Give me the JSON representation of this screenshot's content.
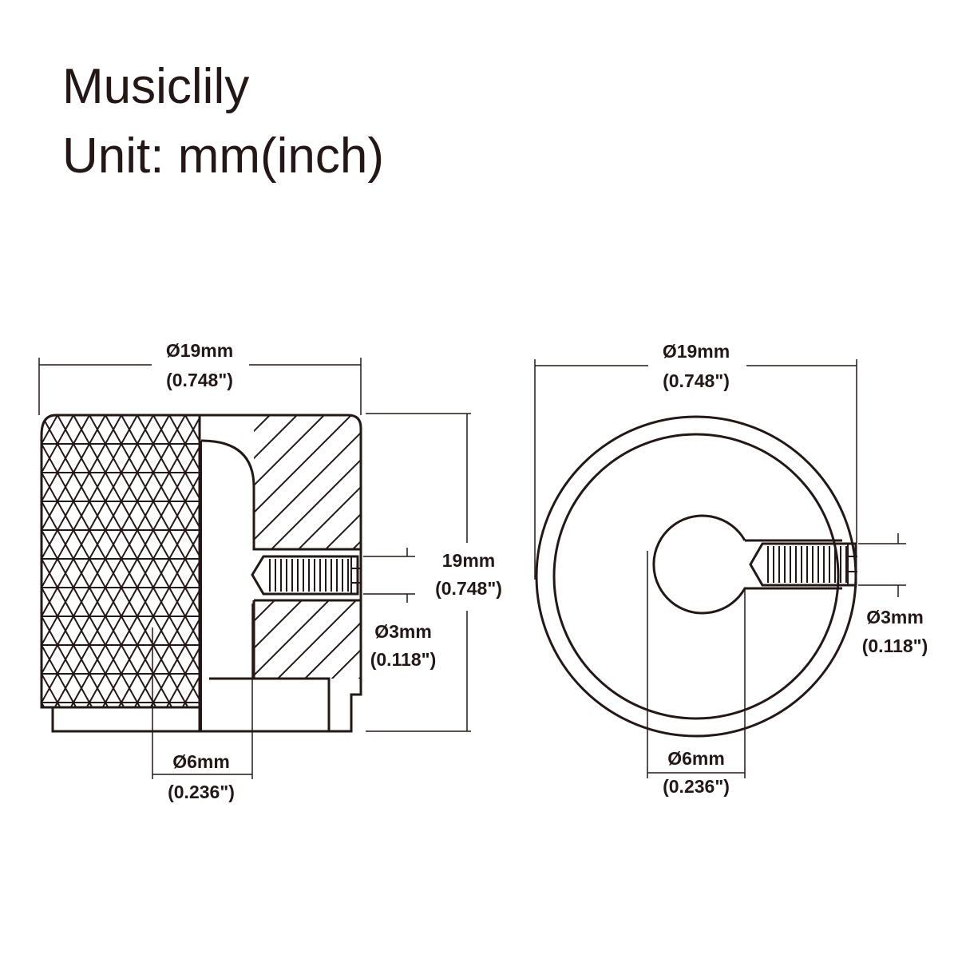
{
  "header": {
    "brand": "Musiclily",
    "unit": "Unit: mm(inch)"
  },
  "side_view": {
    "outer_diameter": {
      "metric": "Ø19mm",
      "imperial": "(0.748\")"
    },
    "height": {
      "metric": "19mm",
      "imperial": "(0.748\")"
    },
    "screw_diameter": {
      "metric": "Ø3mm",
      "imperial": "(0.118\")"
    },
    "shaft_hole": {
      "metric": "Ø6mm",
      "imperial": "(0.236\")"
    }
  },
  "top_view": {
    "outer_diameter": {
      "metric": "Ø19mm",
      "imperial": "(0.748\")"
    },
    "screw_diameter": {
      "metric": "Ø3mm",
      "imperial": "(0.118\")"
    },
    "shaft_hole": {
      "metric": "Ø6mm",
      "imperial": "(0.236\")"
    }
  },
  "colors": {
    "ink": "#231815",
    "background": "#ffffff"
  }
}
